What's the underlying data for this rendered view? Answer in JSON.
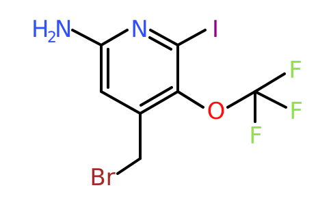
{
  "atoms": {
    "n_ring": {
      "label": "N",
      "color": "#3050f8"
    },
    "iodine": {
      "label": "I",
      "color": "#940094"
    },
    "oxygen": {
      "label": "O",
      "color": "#ff0d0d"
    },
    "f1": {
      "label": "F",
      "color": "#90e050"
    },
    "f2": {
      "label": "F",
      "color": "#90e050"
    },
    "f3": {
      "label": "F",
      "color": "#90e050"
    },
    "bromine": {
      "label": "Br",
      "color": "#a62929"
    },
    "amine": {
      "label": "H",
      "subscript": "2",
      "tail": "N",
      "color": "#3050f8"
    }
  },
  "bond_color": "#000000"
}
